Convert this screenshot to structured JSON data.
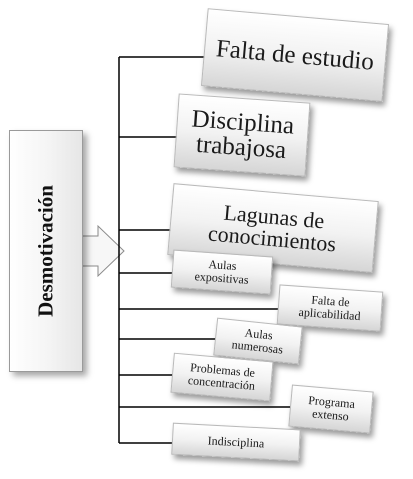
{
  "center": {
    "label": "Desmotivación"
  },
  "branches": [
    {
      "id": "falta-de-estudio",
      "label": "Falta de estudio"
    },
    {
      "id": "disciplina-trabajosa",
      "label": "Disciplina\ntrabajosa"
    },
    {
      "id": "lagunas-de-conocimientos",
      "label": "Lagunas de\nconocimientos"
    },
    {
      "id": "aulas-expositivas",
      "label": "Aulas\nexpositivas"
    },
    {
      "id": "falta-de-aplicabilidad",
      "label": "Falta de\naplicabilidad"
    },
    {
      "id": "aulas-numerosas",
      "label": "Aulas\nnumerosas"
    },
    {
      "id": "problemas-de-concentracion",
      "label": "Problemas de\nconcentración"
    },
    {
      "id": "programa-extenso",
      "label": "Programa\nextenso"
    },
    {
      "id": "indisciplina",
      "label": "Indisciplina"
    }
  ]
}
